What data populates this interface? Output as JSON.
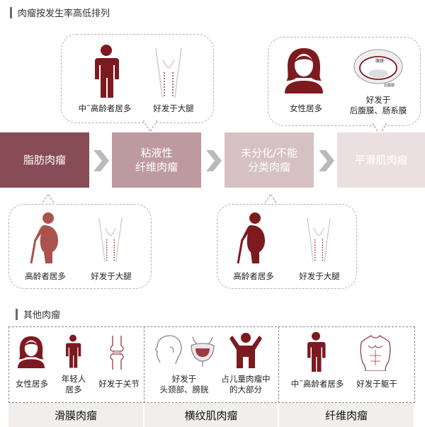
{
  "section1": {
    "title": "肉瘤按发生率高低排列"
  },
  "section2": {
    "title": "其他肉瘤"
  },
  "stages": [
    {
      "line1": "脂肪肉瘤",
      "line2": ""
    },
    {
      "line1": "粘液性",
      "line2": "纤维肉瘤"
    },
    {
      "line1": "未分化/不能",
      "line2": "分类肉瘤"
    },
    {
      "line1": "平滑肌肉瘤",
      "line2": ""
    }
  ],
  "bubbles": {
    "top_left": {
      "items": [
        {
          "label": "中˜高龄者居多"
        },
        {
          "label": "好发于大腿"
        }
      ]
    },
    "top_right": {
      "items": [
        {
          "label": "女性居多"
        },
        {
          "label1": "好发于",
          "label2": "后腹膜、肠系膜"
        }
      ],
      "diagram_labels": [
        "腹膜",
        "后腹膜"
      ]
    },
    "bottom_left": {
      "items": [
        {
          "label": "高龄者居多"
        },
        {
          "label": "好发于大腿"
        }
      ]
    },
    "bottom_mid": {
      "items": [
        {
          "label": "高龄者居多"
        },
        {
          "label": "好发于大腿"
        }
      ]
    }
  },
  "other": [
    {
      "name": "滑膜肉瘤",
      "items": [
        {
          "label1": "女性居多"
        },
        {
          "label1": "年轻人",
          "label2": "居多"
        },
        {
          "label1": "好发于关节"
        }
      ]
    },
    {
      "name": "横纹肌肉瘤",
      "items": [
        {
          "label1": "好发于",
          "label2": "头颈部、膀胱"
        },
        {
          "label1": "占儿童肉瘤中",
          "label2": "的大部分"
        }
      ]
    },
    {
      "name": "纤维肉瘤",
      "items": [
        {
          "label1": "中˜高龄者居多"
        },
        {
          "label1": "好发于躯干"
        }
      ]
    }
  ],
  "colors": {
    "dark_red": "#7d1a1f",
    "stage1": "#874c55",
    "stage2": "#bd9aa0",
    "stage3": "#d5c1c4",
    "stage4": "#ecdfe1",
    "chevron": "#bababa",
    "dashed": "#c9a7ad"
  }
}
